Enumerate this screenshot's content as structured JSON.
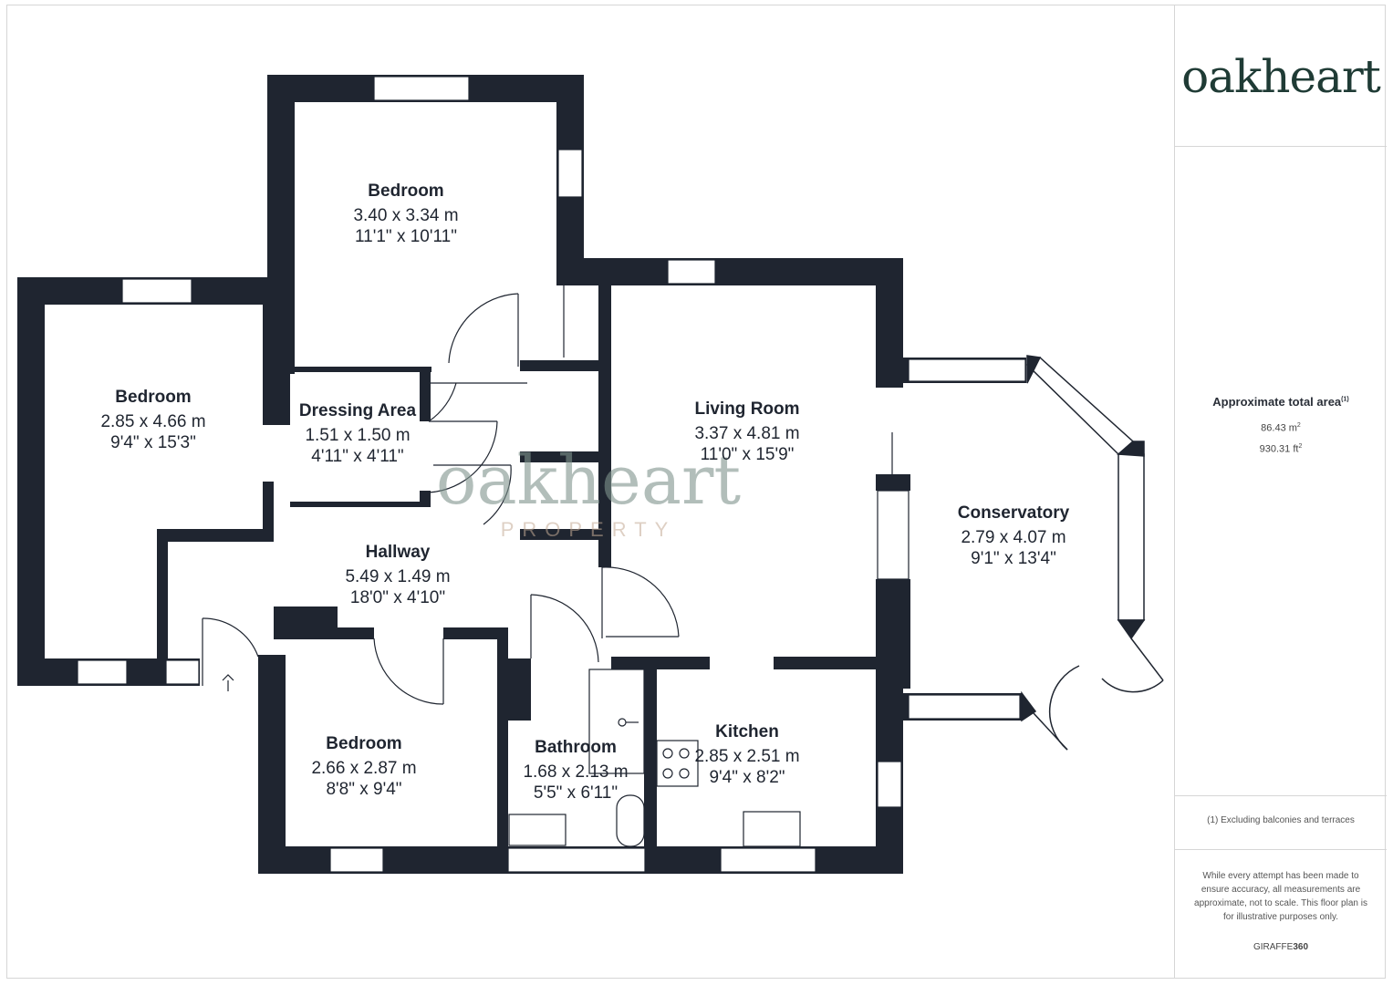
{
  "brand": {
    "logo": "oakheart",
    "watermark_main": "oakheart",
    "watermark_sub": "PROPERTY"
  },
  "rooms": [
    {
      "id": "bedroom-top",
      "name": "Bedroom",
      "metric": "3.40 x 3.34 m",
      "imperial": "11'1\" x 10'11\""
    },
    {
      "id": "bedroom-left",
      "name": "Bedroom",
      "metric": "2.85 x 4.66 m",
      "imperial": "9'4\" x 15'3\""
    },
    {
      "id": "dressing-area",
      "name": "Dressing Area",
      "metric": "1.51 x 1.50 m",
      "imperial": "4'11\" x 4'11\""
    },
    {
      "id": "living-room",
      "name": "Living Room",
      "metric": "3.37 x 4.81 m",
      "imperial": "11'0\" x 15'9\""
    },
    {
      "id": "conservatory",
      "name": "Conservatory",
      "metric": "2.79 x 4.07 m",
      "imperial": "9'1\" x 13'4\""
    },
    {
      "id": "hallway",
      "name": "Hallway",
      "metric": "5.49 x 1.49 m",
      "imperial": "18'0\" x 4'10\""
    },
    {
      "id": "bedroom-bottom",
      "name": "Bedroom",
      "metric": "2.66 x 2.87 m",
      "imperial": "8'8\" x 9'4\""
    },
    {
      "id": "bathroom",
      "name": "Bathroom",
      "metric": "1.68 x 2.13 m",
      "imperial": "5'5\" x 6'11\""
    },
    {
      "id": "kitchen",
      "name": "Kitchen",
      "metric": "2.85 x 2.51 m",
      "imperial": "9'4\" x 8'2\""
    }
  ],
  "area": {
    "title": "Approximate total area",
    "title_note": "(1)",
    "metric_value": "86.43 m",
    "metric_unit_sup": "2",
    "imperial_value": "930.31 ft",
    "imperial_unit_sup": "2"
  },
  "footnote": "(1) Excluding balconies and terraces",
  "disclaimer": "While every attempt has been made to ensure accuracy, all measurements are approximate, not to scale. This floor plan is for illustrative purposes only.",
  "credit": {
    "prefix": "GIRAFFE",
    "suffix": "360"
  },
  "colors": {
    "wall": "#1f2530",
    "logo": "#1f3b35",
    "watermark": "#7f948d",
    "watermark_sub": "#c4aa95"
  }
}
